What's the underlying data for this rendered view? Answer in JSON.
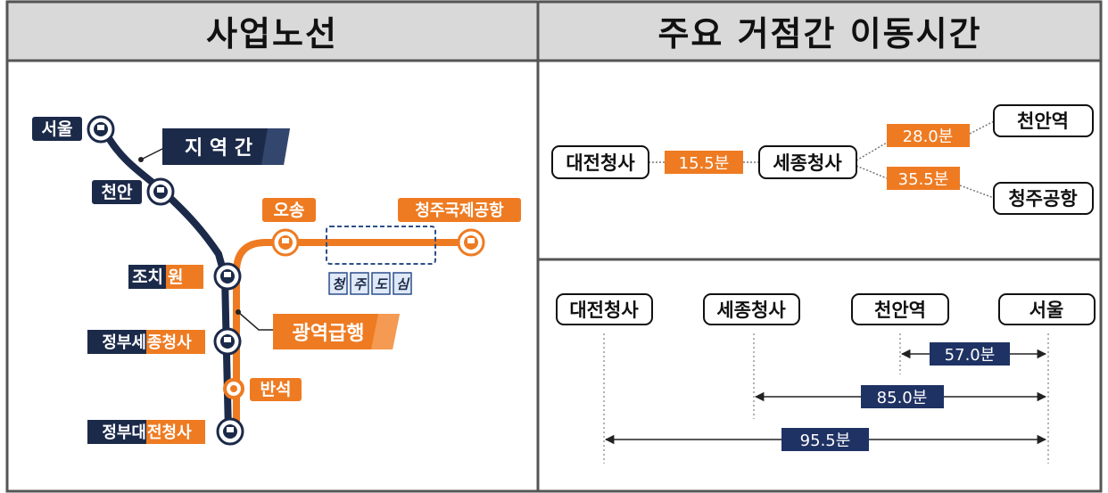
{
  "headers": {
    "left": "사업노선",
    "right": "주요 거점간 이동시간"
  },
  "left_panel": {
    "stations": {
      "seoul": "서울",
      "cheonan": "천안",
      "jochiwon_1": "조치",
      "jochiwon_2": "원",
      "sejong_1": "정부세",
      "sejong_2": "종청사",
      "bansuk": "반석",
      "daejeon_1": "정부대",
      "daejeon_2": "전청사",
      "osong": "오송",
      "cheongju_airport": "청주국제공항"
    },
    "regional_label": "지 역 간",
    "express_label": "광역급행",
    "cheongju_downtown": [
      "청",
      "주",
      "도",
      "심"
    ],
    "colors": {
      "navy": "#1c2a4a",
      "orange": "#ee7b22"
    }
  },
  "travel_top": {
    "daejeon": "대전청사",
    "sejong": "세종청사",
    "cheonan_station": "천안역",
    "cheongju_airport": "청주공항",
    "time_daejeon_sejong": "15.5분",
    "time_sejong_cheonan": "28.0분",
    "time_sejong_cheongju": "35.5분"
  },
  "travel_bottom": {
    "daejeon": "대전청사",
    "sejong": "세종청사",
    "cheonan_station": "천안역",
    "seoul": "서울",
    "time_cheonan_seoul": "57.0분",
    "time_sejong_seoul": "85.0분",
    "time_daejeon_seoul": "95.5분"
  }
}
